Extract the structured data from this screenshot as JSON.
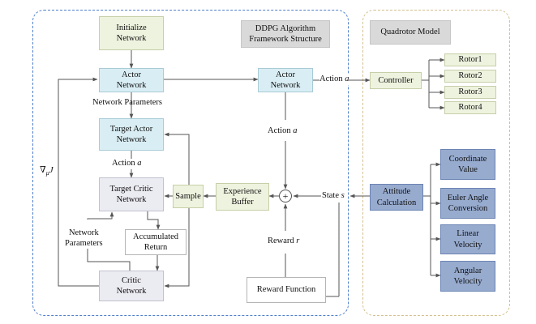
{
  "frames": {
    "ddpg_title": "DDPG Algorithm\nFramework Structure",
    "quadrotor_title": "Quadrotor Model"
  },
  "boxes": {
    "initialize_network": "Initialize\nNetwork",
    "actor_network": "Actor\nNetwork",
    "target_actor_network": "Target Actor\nNetwork",
    "target_critic_network": "Target Critic\nNetwork",
    "critic_network": "Critic\nNetwork",
    "accumulated_return": "Accumulated\nReturn",
    "sample": "Sample",
    "experience_buffer": "Experience\nBuffer",
    "actor_network_exec": "Actor\nNetwork",
    "reward_function": "Reward Function",
    "controller": "Controller",
    "attitude_calculation": "Attitude\nCalculation"
  },
  "rotors": [
    "Rotor1",
    "Rotor2",
    "Rotor3",
    "Rotor4"
  ],
  "outputs": [
    "Coordinate\nValue",
    "Euler Angle\nConversion",
    "Linear\nVelocity",
    "Angular\nVelocity"
  ],
  "labels": {
    "network_parameters_top": "Network Parameters",
    "action_a_left_text": "Action ",
    "action_a_left_var": "a",
    "action_a_mid_text": "Action ",
    "action_a_mid_var": "a",
    "action_a_right_text": "Action ",
    "action_a_right_var": "a",
    "state_text": "State ",
    "state_var": "s",
    "reward_text": "Reward ",
    "reward_var": "r",
    "gradient": "∇",
    "gradient_sub": "μ",
    "gradient_var": "J",
    "network_parameters_bottom": "Network\nParameters",
    "sum_symbol": "+"
  },
  "colors": {
    "ddpg_frame": "#4f7fcb",
    "quadrotor_frame": "#d3c08d",
    "arrow": "#555555"
  }
}
